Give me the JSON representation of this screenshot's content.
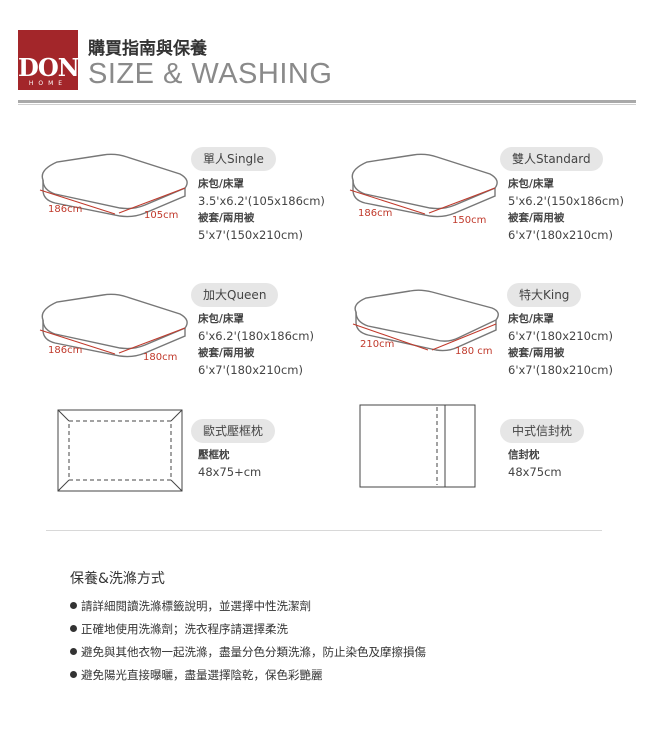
{
  "header": {
    "logo_text": "DON",
    "logo_sub": "HOME",
    "title": "購買指南與保養",
    "subtitle": "SIZE & WASHING"
  },
  "colors": {
    "brand": "#a3262a",
    "dimension": "#c0392b",
    "pill": "#e6e6e6"
  },
  "sizes": [
    {
      "name": "單人Single",
      "dim_a": "186cm",
      "dim_b": "105cm",
      "label1": "床包/床罩",
      "value1": "3.5'x6.2'(105x186cm)",
      "label2": "被套/兩用被",
      "value2": "5'x7'(150x210cm)"
    },
    {
      "name": "雙人Standard",
      "dim_a": "186cm",
      "dim_b": "150cm",
      "label1": "床包/床罩",
      "value1": "5'x6.2'(150x186cm)",
      "label2": "被套/兩用被",
      "value2": "6'x7'(180x210cm)"
    },
    {
      "name": "加大Queen",
      "dim_a": "186cm",
      "dim_b": "180cm",
      "label1": "床包/床罩",
      "value1": "6'x6.2'(180x186cm)",
      "label2": "被套/兩用被",
      "value2": "6'x7'(180x210cm)"
    },
    {
      "name": "特大King",
      "dim_a": "210cm",
      "dim_b": "180 cm",
      "label1": "床包/床罩",
      "value1": "6'x7'(180x210cm)",
      "label2": "被套/兩用被",
      "value2": "6'x7'(180x210cm)"
    }
  ],
  "pillows": [
    {
      "name": "歐式壓框枕",
      "label": "壓框枕",
      "value": "48x75+cm"
    },
    {
      "name": "中式信封枕",
      "label": "信封枕",
      "value": "48x75cm"
    }
  ],
  "care": {
    "title": "保養&洗滌方式",
    "items": [
      "請詳細閱讀洗滌標籤說明，並選擇中性洗潔劑",
      "正確地使用洗滌劑；洗衣程序請選擇柔洗",
      "避免與其他衣物一起洗滌，盡量分色分類洗滌，防止染色及摩擦損傷",
      "避免陽光直接曝曬，盡量選擇陰乾，保色彩艷麗"
    ]
  }
}
